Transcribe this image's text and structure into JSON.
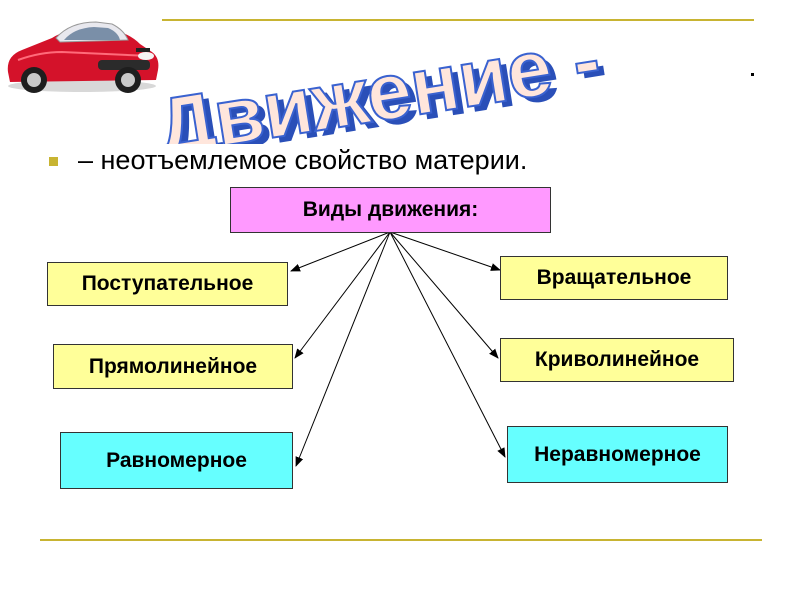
{
  "title": "Движение -",
  "subtitle": "– неотъемлемое свойство материи.",
  "diagram": {
    "root": "Виды движения:",
    "left": [
      "Поступательное",
      "Прямолинейное",
      "Равномерное"
    ],
    "right": [
      "Вращательное",
      "Криволинейное",
      "Неравномерное"
    ]
  },
  "colors": {
    "accent_line": "#c8b432",
    "root_fill": "#ff99ff",
    "box_yellow": "#ffff99",
    "box_cyan": "#66ffff",
    "title_fill": "#ffe6dc",
    "title_shadow": "#2a4fb8"
  }
}
